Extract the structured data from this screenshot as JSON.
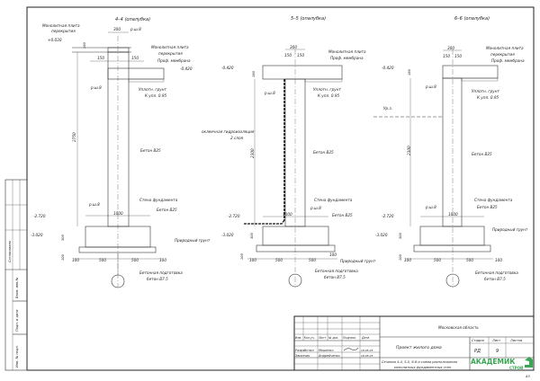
{
  "sections": [
    {
      "title": "4–4 (опалубка)",
      "slab_left": [
        "Монолитная плита",
        "перекрытия"
      ],
      "mark_top": "+0.030",
      "dim_wall": "300",
      "dim_half_l": "150",
      "dim_half_r": "150",
      "dim_slab": "180",
      "rsh_top": "р.ш.8",
      "rsh_mid": "р.ш.8",
      "rsh_bot": "р.ш.8",
      "slab_right": [
        "Монолитная плита",
        "перекрытия"
      ],
      "membrane": "Проф. мембрана",
      "mark_slab": "-0.420",
      "soil": [
        "Уплотн. грунт",
        "К упл. 0.95"
      ],
      "dim_height": "2750",
      "concrete_wall": "Бетон B25",
      "wall_label": "Стена фундамента",
      "dim_footing": "1000",
      "concrete_footing": "Бетон B25",
      "mark_footing_top": "-2.720",
      "mark_footing_bot": "-3.020",
      "dim_footing_h": "300",
      "dim_prep_h": "100",
      "natural_soil": "Природный грунт",
      "dims_bottom": [
        "100",
        "500",
        "500",
        "100"
      ],
      "prep": [
        "Бетонная подготовка",
        "бетон B7.5"
      ]
    },
    {
      "title": "5–5 (опалубка)",
      "dim_wall": "300",
      "dim_half_l": "150",
      "dim_half_r": "150",
      "dim_slab": "180",
      "slab_right": [
        "Монолитная плита"
      ],
      "membrane": "Проф. мембрана",
      "mark_slab": "-0.420",
      "rsh_mid": "р.ш.8",
      "rsh_bot": "р.ш.8",
      "soil": [
        "Уплотн. грунт",
        "К упл. 0.95"
      ],
      "waterproofing": [
        "оклеечная гидроизоляция",
        "2 слоя"
      ],
      "dim_height": "2300",
      "concrete_wall": "Бетон B25",
      "wall_label": "Стена фундамента",
      "dim_footing": "1000",
      "concrete_footing": "Бетон B25",
      "mark_footing_top": "-2.720",
      "mark_footing_bot": "-3.020",
      "dim_footing_h": "300",
      "dim_prep_h": "100",
      "natural_soil": "Природный грунт",
      "dims_bottom": [
        "100",
        "500",
        "500",
        "100"
      ],
      "prep": [
        "Бетонная подготовка",
        "бетон B7.5"
      ]
    },
    {
      "title": "6–6 (опалубка)",
      "dim_wall": "300",
      "dim_half_l": "150",
      "dim_half_r": "150",
      "dim_slab": "180",
      "slab_right": [
        "Монолитная плита",
        "перекрытия"
      ],
      "membrane": "Проф. мембрана",
      "mark_slab": "-0.420",
      "rsh_mid": "р.ш.8",
      "rsh_bot": "р.ш.8",
      "soil": [
        "Уплотн. грунт",
        "К упл. 0.95"
      ],
      "ground_level": "Ур.з.",
      "dim_height": "2300",
      "concrete_wall": "Бетон B25",
      "wall_label": "Стена фундамента",
      "dim_footing": "1000",
      "concrete_footing": "Бетон B25",
      "mark_footing_top": "-2.720",
      "mark_footing_bot": "-3.020",
      "dim_footing_h": "300",
      "dim_prep_h": "100",
      "natural_soil": "Природный грунт",
      "dims_bottom": [
        "100",
        "500",
        "500",
        "100"
      ],
      "prep": [
        "Бетонная подготовка",
        "бетон B7.5"
      ]
    }
  ],
  "title_block": {
    "region": "Московская область",
    "headers": [
      "Изм.",
      "Кол.уч.",
      "Лист",
      "№ док.",
      "Подпись",
      "Дата"
    ],
    "rows": [
      {
        "role": "Разработал",
        "name": "Мошенко",
        "date": "18.05.25"
      },
      {
        "role": "Заказчик",
        "name": "Андрейченко",
        "date": "18.05.25"
      }
    ],
    "project": "Проект жилого дома",
    "stage_header": "Стадия",
    "sheet_header": "Лист",
    "sheets_header": "Листов",
    "stage": "РД",
    "sheet": "9",
    "sheet_title": [
      "Сечения 4-4, 5-5, 6-6 и схема расположения",
      "монолитных фундаментных стен"
    ],
    "logo": [
      "АКАДЕМИК",
      "СТРОЙ"
    ],
    "format": "А3"
  },
  "side_stamp": {
    "agreed": "Согласовано",
    "replace_inv": "Взам. инв.№",
    "sign_date": "Подп. и дата",
    "inv_orig": "Инв. № подл."
  },
  "colors": {
    "logo": "#3aa655",
    "line": "#333333"
  }
}
